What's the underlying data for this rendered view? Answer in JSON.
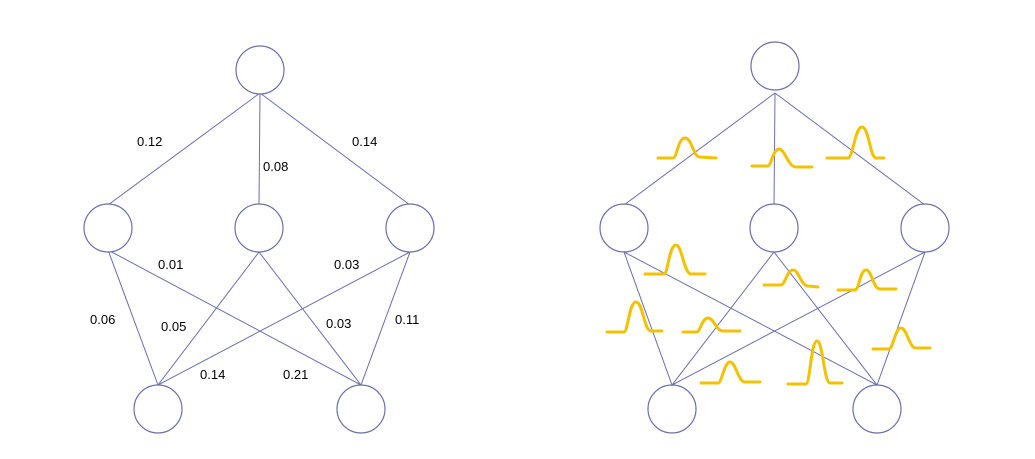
{
  "left_network": {
    "weights": {
      "top_to_left": "0.12",
      "top_to_center": "0.08",
      "top_to_right": "0.14",
      "left_to_bottom_right": "0.01",
      "right_to_bottom_left": "0.03",
      "left_to_bottom_left": "0.06",
      "center_to_bottom_left": "0.05",
      "center_to_bottom_right": "0.03",
      "right_to_bottom_right": "0.11",
      "bottom_left_extra": "0.14",
      "bottom_right_extra": "0.21"
    }
  },
  "right_network": {
    "distribution_icon": "bell-curve-icon",
    "distribution_color": "#f2c200"
  },
  "colors": {
    "edge": "#6b6fa8",
    "node_stroke": "#6b6fa8"
  }
}
